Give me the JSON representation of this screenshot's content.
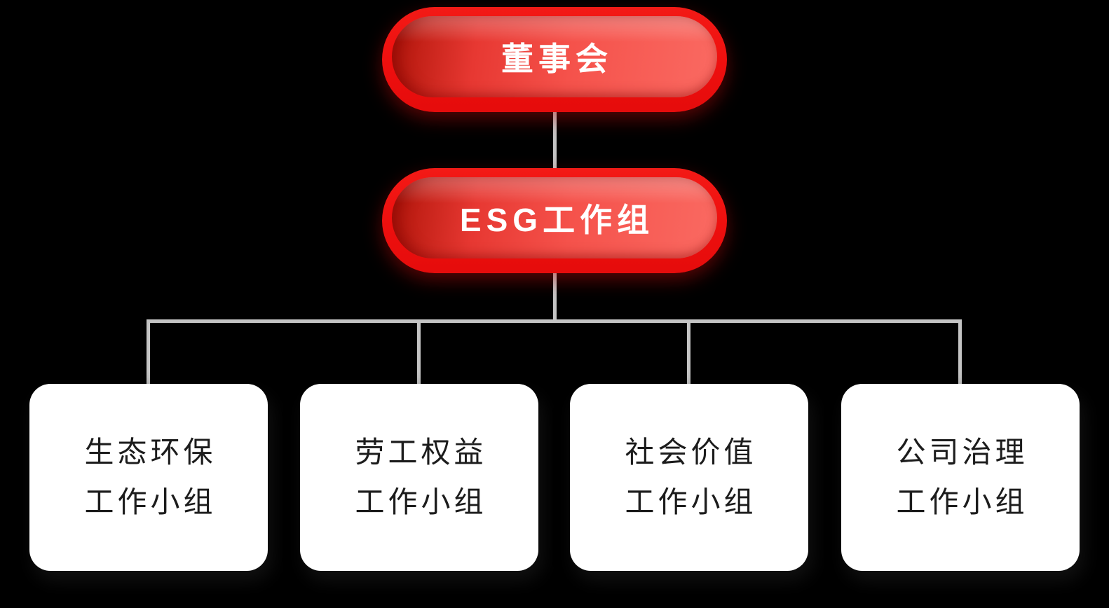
{
  "colors": {
    "background": "#000000",
    "pill_outer_red": "#ee0f0e",
    "pill_inner_gradient_dark": "#b01409",
    "pill_inner_gradient_light": "#fa6a62",
    "pill_text": "#ffffff",
    "connector_gray": "#c4c4c4",
    "group_box_background": "#ffffff",
    "group_box_text": "#1c1c1c"
  },
  "org_chart": {
    "root": {
      "label": "董事会"
    },
    "committee": {
      "label": "ESG工作组"
    },
    "groups": [
      {
        "line1": "生态环保",
        "line2": "工作小组"
      },
      {
        "line1": "劳工权益",
        "line2": "工作小组"
      },
      {
        "line1": "社会价值",
        "line2": "工作小组"
      },
      {
        "line1": "公司治理",
        "line2": "工作小组"
      }
    ]
  }
}
